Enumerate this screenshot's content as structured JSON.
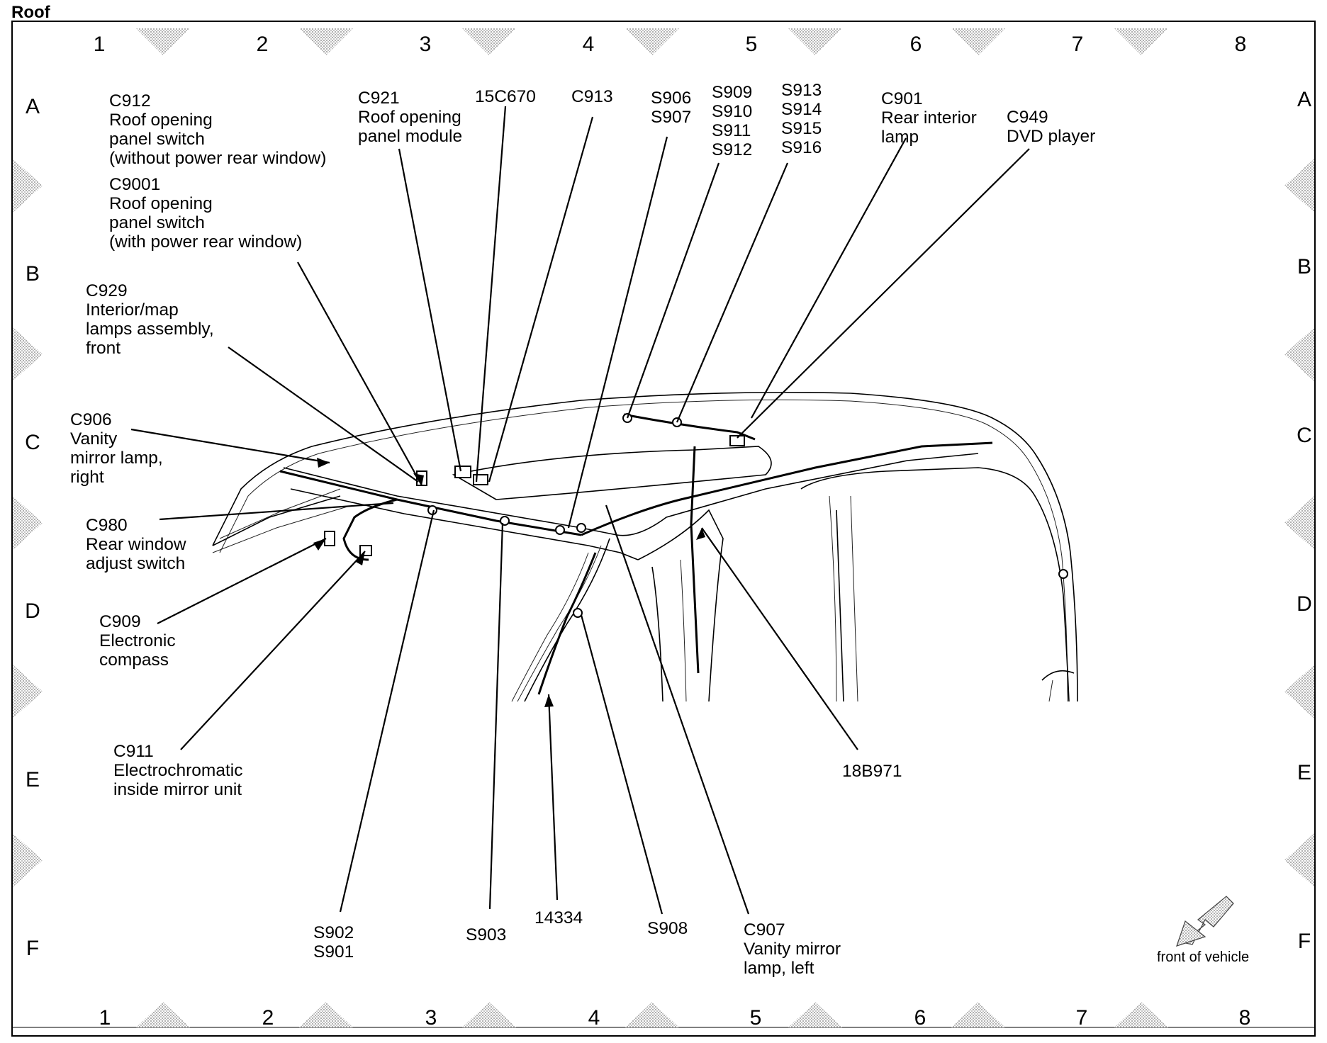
{
  "title": "Roof",
  "grid": {
    "columns": [
      "1",
      "2",
      "3",
      "4",
      "5",
      "6",
      "7",
      "8"
    ],
    "rows": [
      "A",
      "B",
      "C",
      "D",
      "E",
      "F"
    ]
  },
  "labels": {
    "c912": [
      "C912",
      "Roof opening",
      "panel switch",
      "(without power rear window)"
    ],
    "c9001": [
      "C9001",
      "Roof opening",
      "panel switch",
      "(with power rear window)"
    ],
    "c921": [
      "C921",
      "Roof opening",
      "panel module"
    ],
    "c15670": [
      "15C670"
    ],
    "c913": [
      "C913"
    ],
    "s906": [
      "S906",
      "S907"
    ],
    "s909": [
      "S909",
      "S910",
      "S911",
      "S912"
    ],
    "s913": [
      "S913",
      "S914",
      "S915",
      "S916"
    ],
    "c901": [
      "C901",
      "Rear interior",
      "lamp"
    ],
    "c949": [
      "C949",
      "DVD player"
    ],
    "c929": [
      "C929",
      "Interior/map",
      "lamps assembly,",
      "front"
    ],
    "c906": [
      "C906",
      "Vanity",
      "mirror lamp,",
      "right"
    ],
    "c980": [
      "C980",
      "Rear window",
      "adjust switch"
    ],
    "c909": [
      "C909",
      "Electronic",
      "compass"
    ],
    "c911": [
      "C911",
      "Electrochromatic",
      "inside mirror unit"
    ],
    "s18b971": [
      "18B971"
    ],
    "s902": [
      "S902",
      "S901"
    ],
    "s903": [
      "S903"
    ],
    "n14334": [
      "14334"
    ],
    "s908": [
      "S908"
    ],
    "c907": [
      "C907",
      "Vanity mirror",
      "lamp, left"
    ],
    "front": [
      "front of vehicle"
    ]
  }
}
